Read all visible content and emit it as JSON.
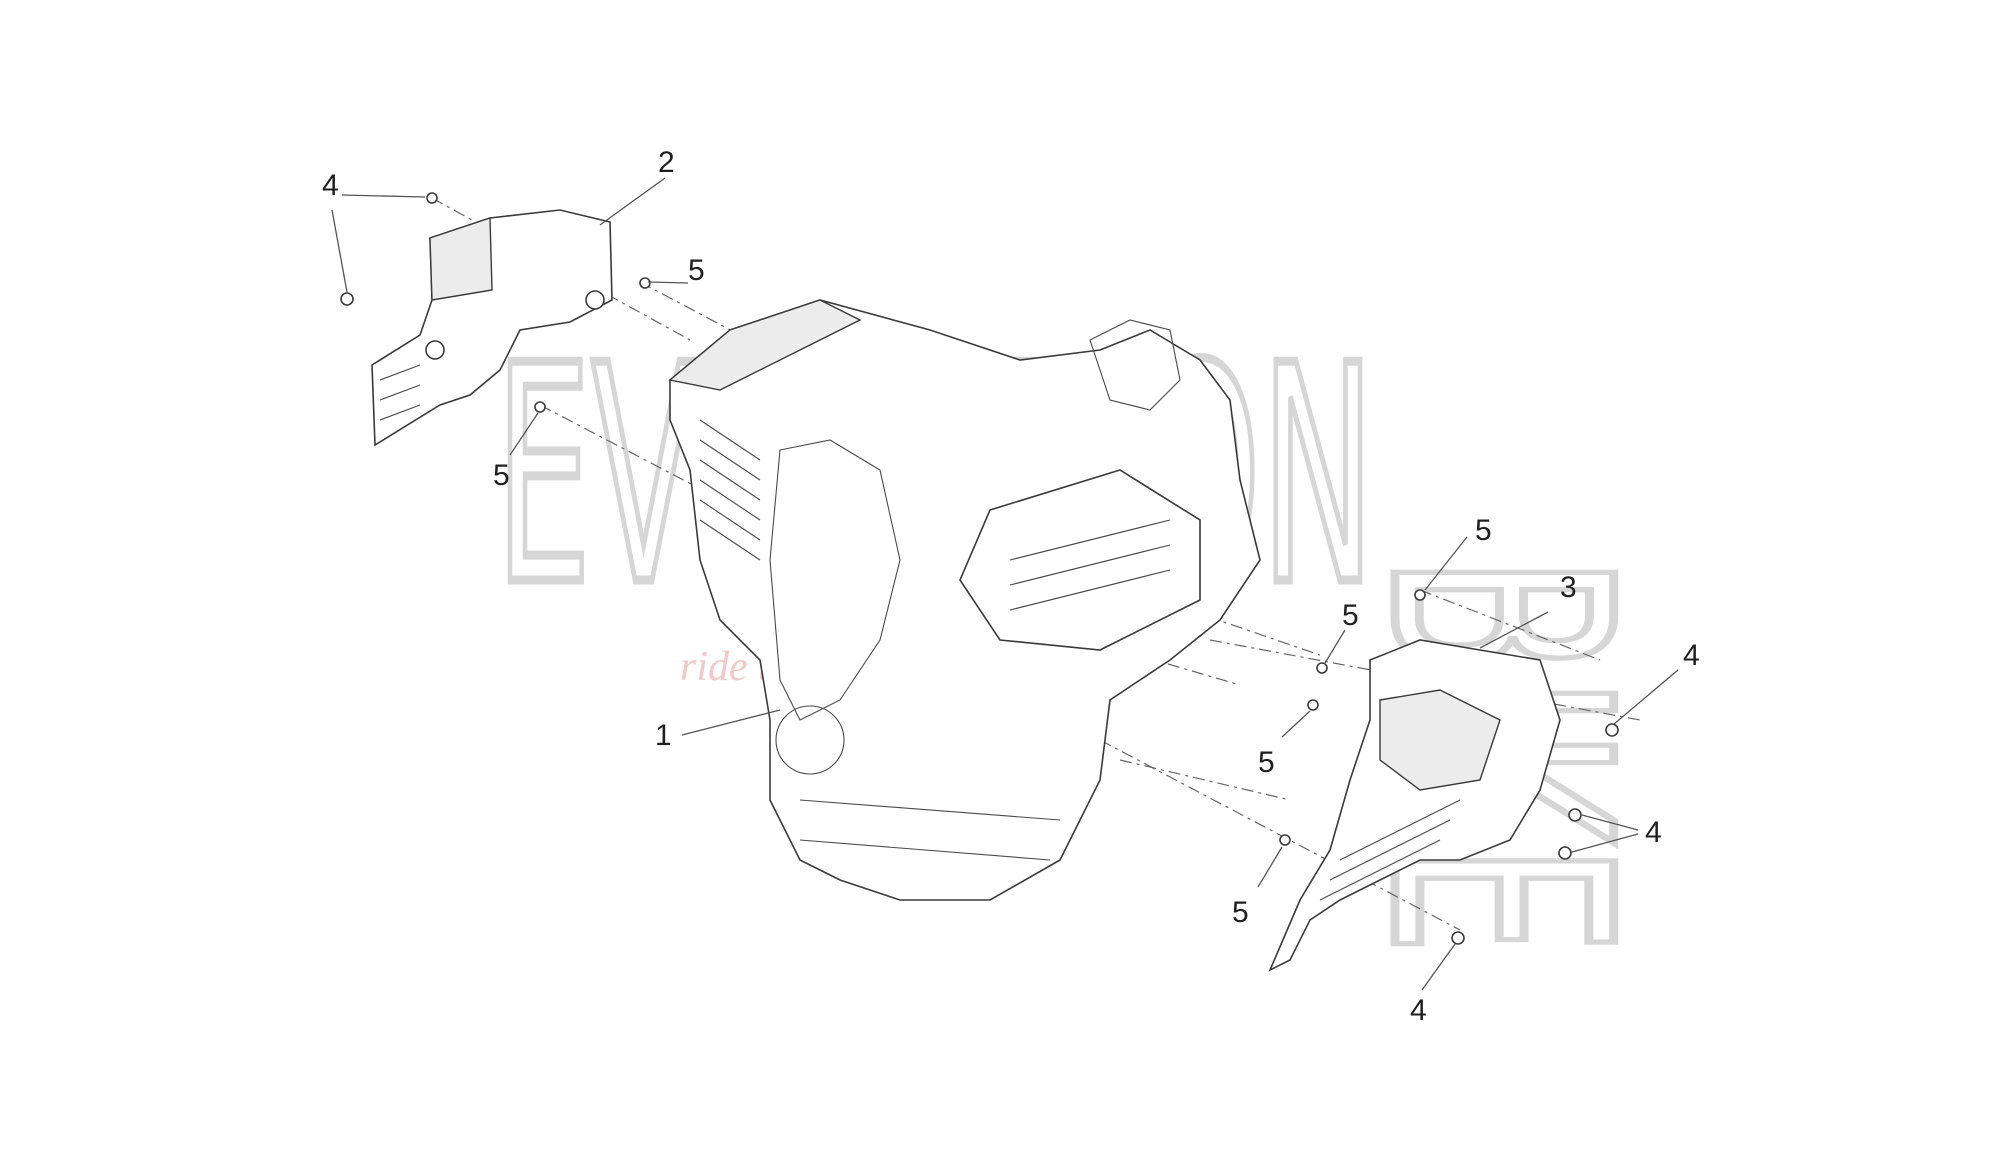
{
  "watermark": {
    "word_top": "EVOLUTION",
    "word_side": "BIKE",
    "tagline": "ride the future"
  },
  "callouts": [
    {
      "id": "c1",
      "label": "1"
    },
    {
      "id": "c2",
      "label": "2"
    },
    {
      "id": "c3",
      "label": "3"
    },
    {
      "id": "c4a",
      "label": "4"
    },
    {
      "id": "c4b",
      "label": "4"
    },
    {
      "id": "c4c",
      "label": "4"
    },
    {
      "id": "c4d",
      "label": "4"
    },
    {
      "id": "c5a",
      "label": "5"
    },
    {
      "id": "c5b",
      "label": "5"
    },
    {
      "id": "c5c",
      "label": "5"
    },
    {
      "id": "c5d",
      "label": "5"
    },
    {
      "id": "c5e",
      "label": "5"
    },
    {
      "id": "c5f",
      "label": "5"
    }
  ]
}
